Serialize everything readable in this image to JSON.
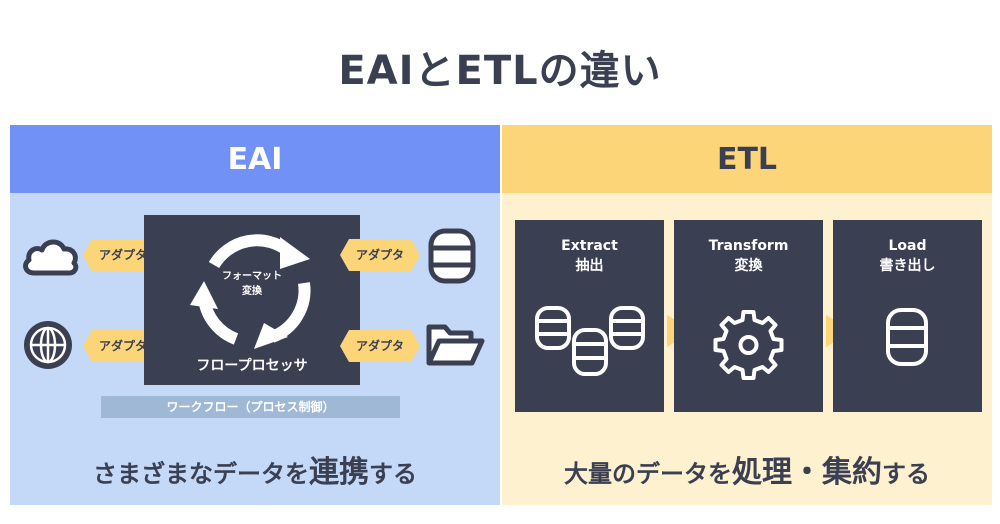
{
  "title": "EAIとETLの違い",
  "eai": {
    "header": "EAI",
    "adapter_label": "アダプタ",
    "processor_format_line1": "フォーマット",
    "processor_format_line2": "変換",
    "processor_label": "フロープロセッサ",
    "workflow_label": "ワークフロー（プロセス制御）",
    "caption_pre": "さまざまなデータを",
    "caption_big": "連携",
    "caption_post": "する",
    "icons": [
      "cloud-icon",
      "globe-icon",
      "database-icon",
      "folder-icon",
      "cycle-arrows-icon"
    ]
  },
  "etl": {
    "header": "ETL",
    "steps": [
      {
        "en": "Extract",
        "ja": "抽出",
        "icon": "databases-icon"
      },
      {
        "en": "Transform",
        "ja": "変換",
        "icon": "gear-icon"
      },
      {
        "en": "Load",
        "ja": "書き出し",
        "icon": "database-icon"
      }
    ],
    "caption_pre": "大量のデータを",
    "caption_big": "処理・集約",
    "caption_post": "する"
  },
  "colors": {
    "dark": "#3b3f52",
    "eai_header": "#7291f6",
    "eai_bg": "#c4d8f7",
    "etl_header": "#fcd578",
    "etl_bg": "#fdf1cf",
    "adapter": "#fcd578",
    "workflow_bar": "#9eb8d6"
  }
}
